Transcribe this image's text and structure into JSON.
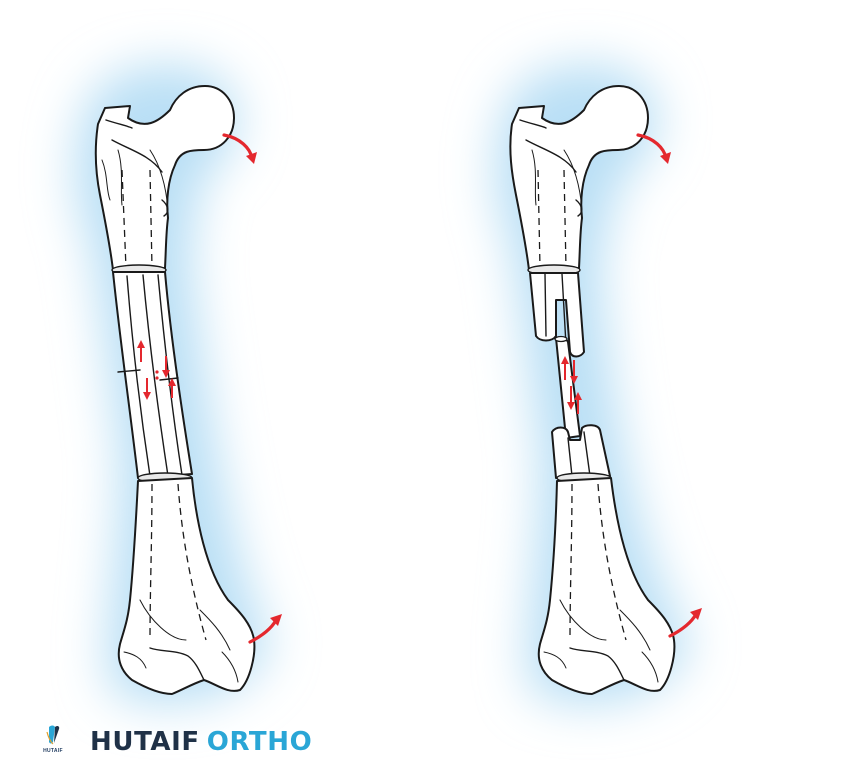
{
  "brand": {
    "logo_text": "HUTAIF",
    "name_part_1": "HUTAIF",
    "name_part_2": "ORTHO",
    "colors": {
      "dark": "#1f3147",
      "accent": "#2aa6d6"
    }
  },
  "figures": [
    {
      "name": "femur-intact-segment",
      "arrow_color": "#e4282e"
    },
    {
      "name": "femur-separated-segments",
      "arrow_color": "#e4282e"
    }
  ],
  "glow_color": "#b9dff5"
}
